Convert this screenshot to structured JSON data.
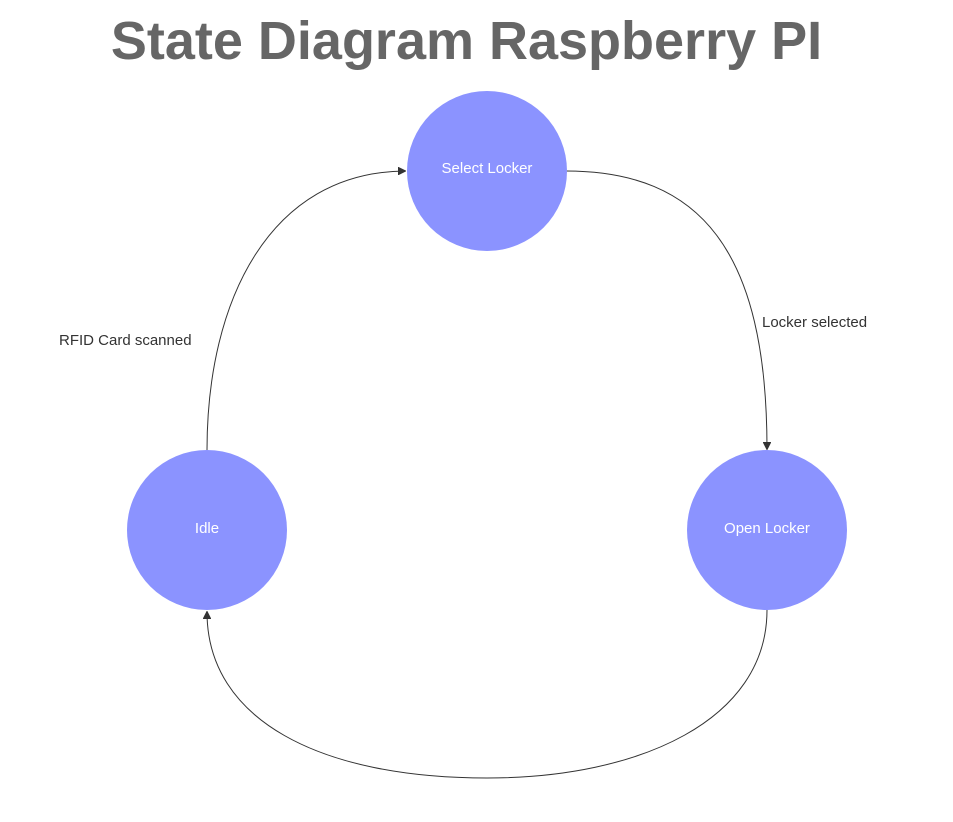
{
  "diagram": {
    "title": "State Diagram Raspberry PI",
    "colors": {
      "state_fill": "#8b93ff",
      "state_text": "#ffffff",
      "edge": "#333333",
      "title": "#666666"
    },
    "states": [
      {
        "id": "select",
        "label": "Select Locker"
      },
      {
        "id": "idle",
        "label": "Idle"
      },
      {
        "id": "open",
        "label": "Open Locker"
      }
    ],
    "transitions": [
      {
        "from": "idle",
        "to": "select",
        "label": "RFID Card scanned"
      },
      {
        "from": "select",
        "to": "open",
        "label": "Locker selected"
      },
      {
        "from": "open",
        "to": "idle",
        "label": ""
      }
    ]
  }
}
